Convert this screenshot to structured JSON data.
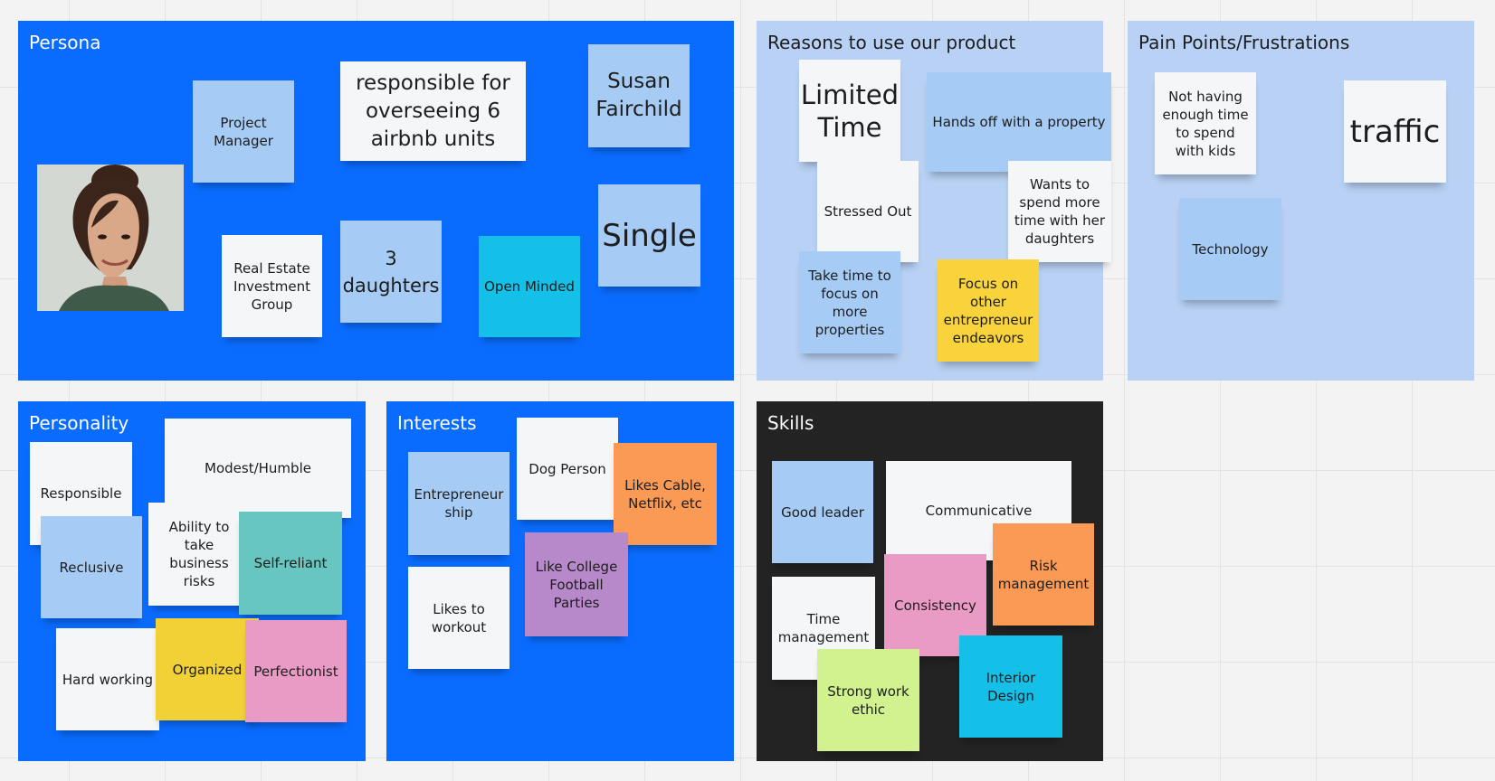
{
  "frames": {
    "persona": {
      "title": "Persona",
      "notes": {
        "project_manager": "Project Manager",
        "responsible": "responsible for overseeing 6 airbnb units",
        "name": "Susan Fairchild",
        "real_estate": "Real Estate Investment Group",
        "daughters": "3 daughters",
        "open_minded": "Open Minded",
        "single": "Single"
      }
    },
    "reasons": {
      "title": "Reasons to use our product",
      "notes": {
        "limited_time": "Limited Time",
        "hands_off": "Hands off with a property",
        "stressed_out": "Stressed Out",
        "wants_to_spend": "Wants to spend more time with her daughters",
        "take_time": "Take time to focus on more properties",
        "focus_other": "Focus on other entrepreneur endeavors"
      }
    },
    "pain_points": {
      "title": "Pain Points/Frustrations",
      "notes": {
        "not_enough_time": "Not having enough time to spend with kids",
        "traffic": "traffic",
        "technology": "Technology"
      }
    },
    "personality": {
      "title": "Personality",
      "notes": {
        "responsible": "Responsible",
        "modest": "Modest/Humble",
        "reclusive": "Reclusive",
        "risks": "Ability to take business risks",
        "self_reliant": "Self-reliant",
        "hard_working": "Hard working",
        "organized": "Organized",
        "perfectionist": "Perfectionist"
      }
    },
    "interests": {
      "title": "Interests",
      "notes": {
        "entrepreneurship": "Entrepreneur ship",
        "dog_person": "Dog Person",
        "likes_cable": "Likes Cable, Netflix, etc",
        "football": "Like College Football Parties",
        "workout": "Likes to workout"
      }
    },
    "skills": {
      "title": "Skills",
      "notes": {
        "good_leader": "Good leader",
        "communicative": "Communicative",
        "risk_management": "Risk management",
        "consistency": "Consistency",
        "time_management": "Time management",
        "strong_work_ethic": "Strong work ethic",
        "interior_design": "Interior Design"
      }
    }
  },
  "colors": {
    "frame_blue": "#0a6cff",
    "frame_light_blue": "#b8d1f4",
    "frame_dark": "#232323",
    "sticky_white": "#f5f6f8",
    "sticky_light_blue": "#a6ccf5",
    "sticky_cyan": "#14c0e8",
    "sticky_teal": "#67c6c0",
    "sticky_yellow": "#f2d137",
    "sticky_pink": "#e99bc5",
    "sticky_orange": "#fb9a55",
    "sticky_purple": "#b889ca",
    "sticky_lime": "#d1f28f"
  }
}
